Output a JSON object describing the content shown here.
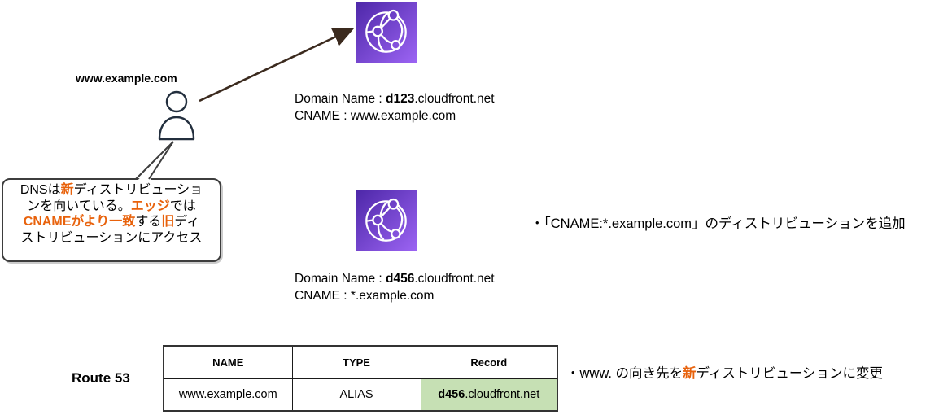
{
  "user": {
    "domain_label": "www.example.com"
  },
  "distributions": [
    {
      "line1_prefix": "Domain Name : ",
      "line1_bold": "d123",
      "line1_suffix": ".cloudfront.net",
      "line2_prefix": "CNAME : ",
      "line2_value": "www.example.com"
    },
    {
      "line1_prefix": "Domain Name : ",
      "line1_bold": "d456",
      "line1_suffix": ".cloudfront.net",
      "line2_prefix": "CNAME : ",
      "line2_value": "*.example.com"
    }
  ],
  "speech_bubble": {
    "lines": [
      {
        "parts": [
          {
            "text": "DNSは"
          },
          {
            "text": "新",
            "highlight": true
          },
          {
            "text": "ディストリビューショ"
          }
        ]
      },
      {
        "parts": [
          {
            "text": "ンを向いている。"
          },
          {
            "text": "エッジ",
            "highlight": true
          },
          {
            "text": "では"
          }
        ]
      },
      {
        "parts": [
          {
            "text": "CNAMEがより一致",
            "highlight": true
          },
          {
            "text": "する"
          },
          {
            "text": "旧",
            "highlight": true
          },
          {
            "text": "ディ"
          }
        ]
      },
      {
        "parts": [
          {
            "text": "ストリビューションにアクセス"
          }
        ]
      }
    ]
  },
  "annotations": {
    "add_distribution": {
      "bullet": "・",
      "text": "「CNAME:*.example.com」のディストリビューションを追加"
    },
    "change_record": {
      "bullet": "・",
      "prefix": "www. の向き先を",
      "highlight": "新",
      "suffix": "ディストリビューションに変更"
    }
  },
  "route53": {
    "label": "Route 53",
    "table": {
      "headers": [
        "NAME",
        "TYPE",
        "Record"
      ],
      "row": {
        "name": "www.example.com",
        "type": "ALIAS",
        "record_bold": "d456",
        "record_suffix": ".cloudfront.net"
      }
    }
  },
  "icons": {
    "cloudfront_new": "cloudfront-globe-icon",
    "cloudfront_old": "cloudfront-globe-icon",
    "user": "person-icon",
    "arrow": "request-arrow"
  },
  "colors": {
    "highlight_orange": "#E8620C",
    "cloudfront_gradient_start": "#4D27A8",
    "cloudfront_gradient_end": "#9C64F3",
    "record_cell_background": "#C6E0B4",
    "arrow": "#3B2A1E",
    "person_outline": "#232F3E",
    "bubble_border": "#3d3d3d"
  }
}
